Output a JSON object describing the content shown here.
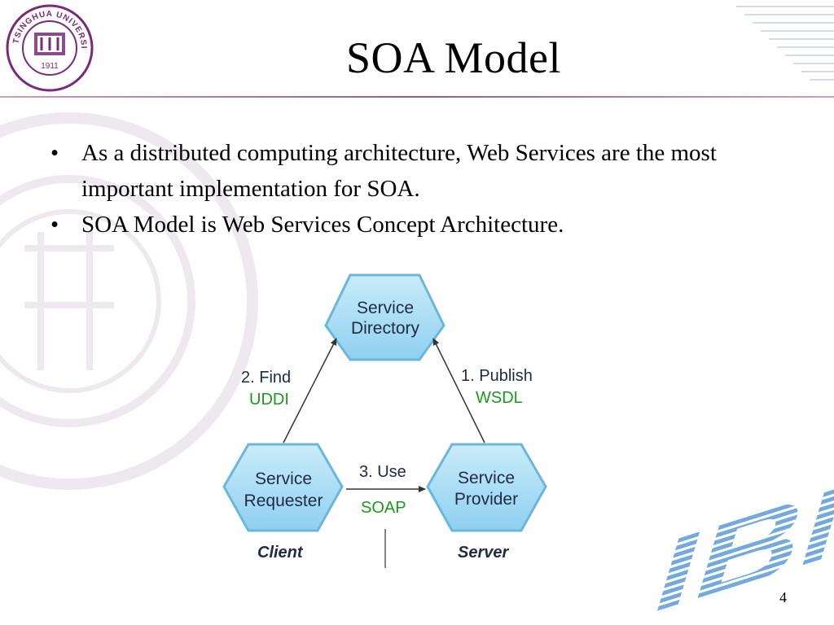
{
  "slide": {
    "title": "SOA Model",
    "page_number": "4",
    "accent_color": "#8e5c8e",
    "bullets": [
      "As a distributed computing architecture,  Web Services are the most important implementation for SOA.",
      "SOA Model is Web Services Concept Architecture."
    ]
  },
  "logo": {
    "top_text": "TSINGHUA UNIVERSITY",
    "year": "1911",
    "color": "#7a2a7a"
  },
  "diagram": {
    "hex_fill": "#a9dcf5",
    "nodes": {
      "directory": [
        "Service",
        "Directory"
      ],
      "requester": [
        "Service",
        "Requester"
      ],
      "provider": [
        "Service",
        "Provider"
      ]
    },
    "edges": {
      "find": {
        "label": "2. Find",
        "protocol": "UDDI"
      },
      "publish": {
        "label": "1. Publish",
        "protocol": "WSDL"
      },
      "use": {
        "label": "3. Use",
        "protocol": "SOAP"
      }
    },
    "roles": {
      "client": "Client",
      "server": "Server"
    },
    "protocol_color": "#1a9a1a"
  },
  "ibm": {
    "color": "#5b9bd5",
    "text": "IBM"
  }
}
